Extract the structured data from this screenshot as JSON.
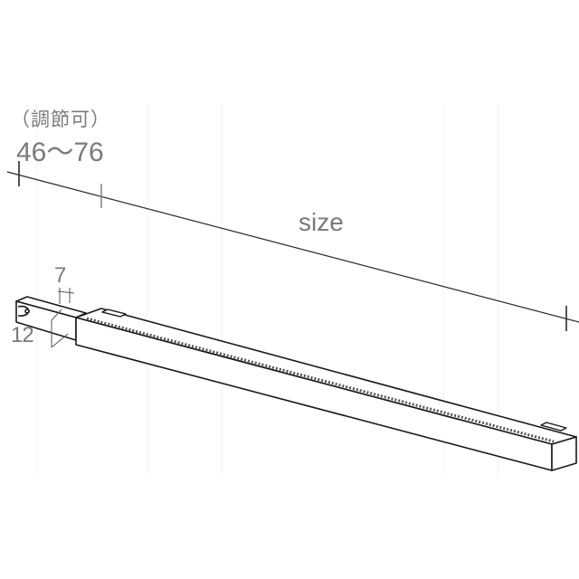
{
  "diagram": {
    "type": "technical-drawing",
    "subject": "adjustable rail / bar with sliding end connector",
    "labels": {
      "adjust_note": "（調節可）",
      "range": "46〜76",
      "overall_dimension": "size",
      "width_dimension": "7",
      "height_dimension": "12"
    },
    "colors": {
      "line": "#1a1a1a",
      "text": "#7a7a7a",
      "background": "#ffffff",
      "grid": "#f3f3f3"
    }
  }
}
